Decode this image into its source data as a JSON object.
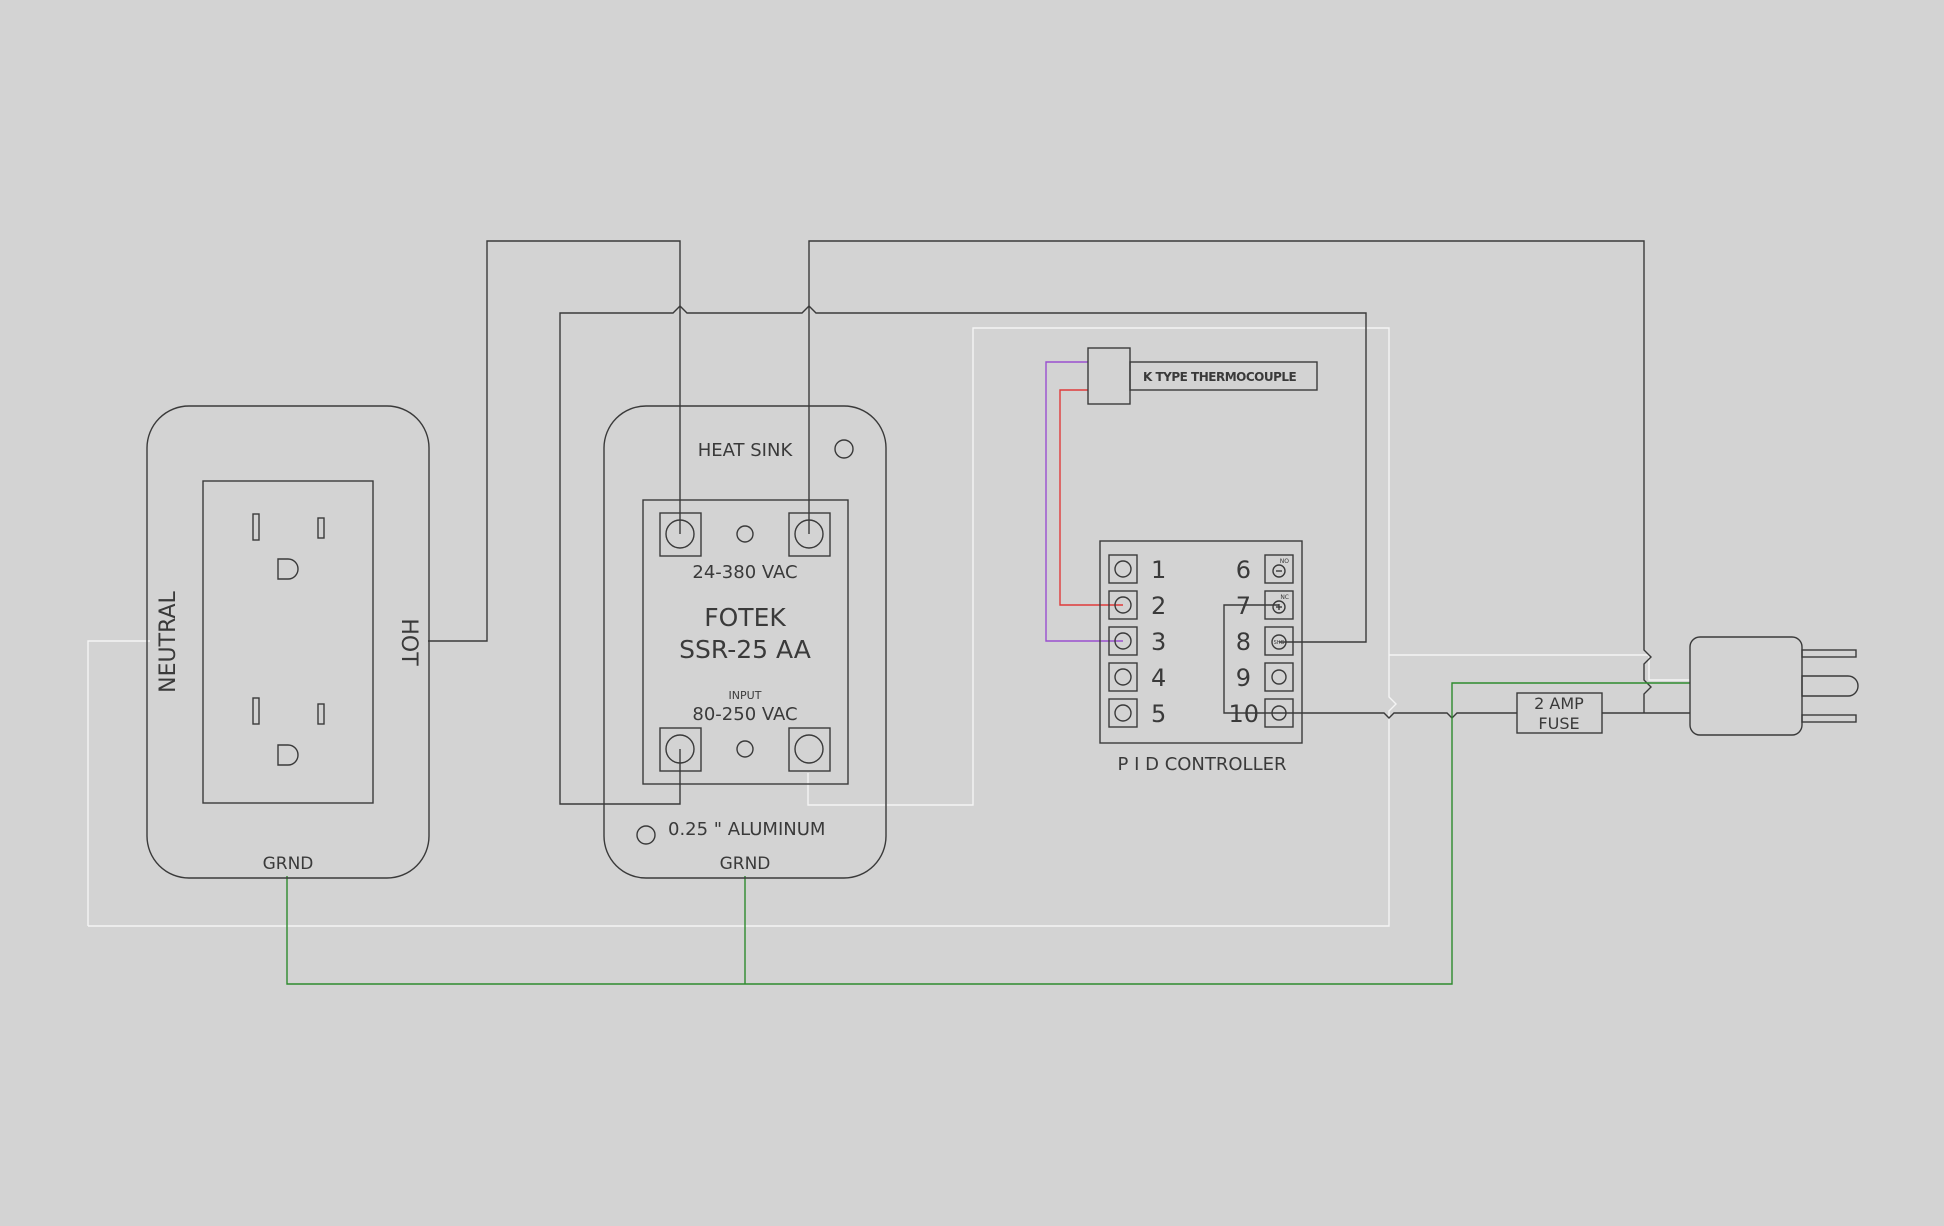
{
  "outlet": {
    "neutral_label": "NEUTRAL",
    "hot_label": "HOT",
    "ground_label": "GRND"
  },
  "ssr": {
    "heatsink_label": "HEAT SINK",
    "output_rating": "24-380 VAC",
    "brand": "FOTEK",
    "model": "SSR-25 AA",
    "input_label": "INPUT",
    "input_rating": "80-250 VAC",
    "plate_label": "0.25 \" ALUMINUM",
    "ground_label": "GRND"
  },
  "thermocouple": {
    "label": "K TYPE THERMOCOUPLE"
  },
  "pid": {
    "label": "P I D CONTROLLER",
    "terminals_left": [
      "1",
      "2",
      "3",
      "4",
      "5"
    ],
    "terminals_right": [
      "6",
      "7",
      "8",
      "9",
      "10"
    ],
    "terminal_tags": [
      "NO",
      "NC",
      "SHG"
    ]
  },
  "fuse": {
    "line1": "2 AMP",
    "line2": "FUSE"
  },
  "colors": {
    "background": "#d3d3d3",
    "line": "#3a3a3a",
    "hot_wire": "#3a3a3a",
    "neutral_wire": "#f4f4f4",
    "ground_wire": "#2e8b2e",
    "thermocouple_positive": "#e03a3a",
    "thermocouple_negative": "#9a4fd0"
  }
}
